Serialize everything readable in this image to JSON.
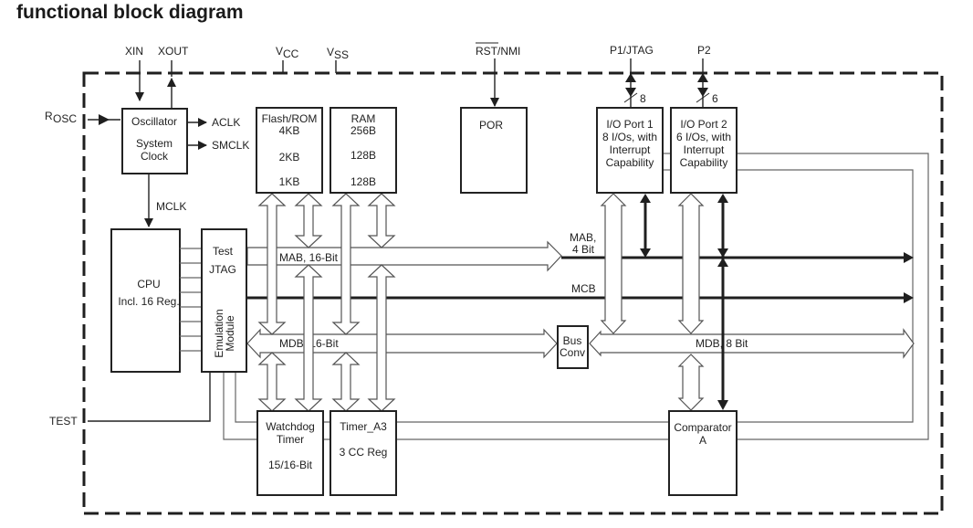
{
  "title": "functional block diagram",
  "pins": {
    "xin": "XIN",
    "xout": "XOUT",
    "vcc_main": "V",
    "vcc_sub": "CC",
    "vss_main": "V",
    "vss_sub": "SS",
    "rst": "RST",
    "rst_rest": "/NMI",
    "p1": "P1/JTAG",
    "p2": "P2",
    "rosc_main": "R",
    "rosc_sub": "OSC",
    "test": "TEST",
    "p1_width": "8",
    "p2_width": "6"
  },
  "blocks": {
    "oscillator": [
      "Oscillator",
      "System",
      "Clock"
    ],
    "clock_outputs": [
      "ACLK",
      "SMCLK",
      "MCLK"
    ],
    "flash": [
      "Flash/ROM",
      "4KB",
      "2KB",
      "1KB"
    ],
    "ram": [
      "RAM",
      "256B",
      "128B",
      "128B"
    ],
    "por": [
      "POR"
    ],
    "port1": [
      "I/O Port 1",
      "8 I/Os, with",
      "Interrupt",
      "Capability"
    ],
    "port2": [
      "I/O Port 2",
      "6 I/Os, with",
      "Interrupt",
      "Capability"
    ],
    "cpu": [
      "CPU",
      "Incl. 16 Reg."
    ],
    "emulation": [
      "Test",
      "JTAG",
      "Emulation",
      "Module"
    ],
    "bus_conv": [
      "Bus",
      "Conv"
    ],
    "watchdog": [
      "Watchdog",
      "Timer",
      "15/16-Bit"
    ],
    "timer_a3": [
      "Timer_A3",
      "3 CC Reg"
    ],
    "comparator": [
      "Comparator",
      "A"
    ]
  },
  "buses": {
    "mab16": "MAB, 16-Bit",
    "mab4": [
      "MAB,",
      "4 Bit"
    ],
    "mcb": "MCB",
    "mdb16": "MDB, 16-Bit",
    "mdb8": "MDB, 8 Bit"
  }
}
